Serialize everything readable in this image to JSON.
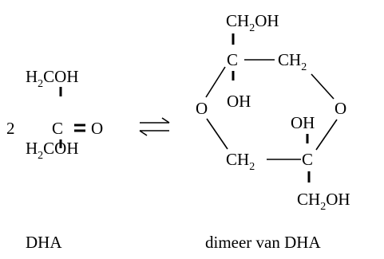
{
  "dha": {
    "coefficient": "2",
    "top_group": {
      "main": "H",
      "sub": "2",
      "rest": "COH"
    },
    "center_carbon": "C",
    "oxygen": "O",
    "bottom_group": {
      "main": "H",
      "sub": "2",
      "rest": "COH"
    },
    "caption": "DHA"
  },
  "dimer": {
    "top_ch2oh": {
      "main": "CH",
      "sub": "2",
      "rest": "OH"
    },
    "upper_carbon": "C",
    "upper_ch2": {
      "main": "CH",
      "sub": "2"
    },
    "upper_oh": "OH",
    "left_oxygen": "O",
    "right_oxygen": "O",
    "lower_oh": "OH",
    "lower_ch2": {
      "main": "CH",
      "sub": "2"
    },
    "lower_carbon": "C",
    "bottom_ch2oh": {
      "main": "CH",
      "sub": "2",
      "rest": "OH"
    },
    "caption": "dimeer van DHA"
  }
}
